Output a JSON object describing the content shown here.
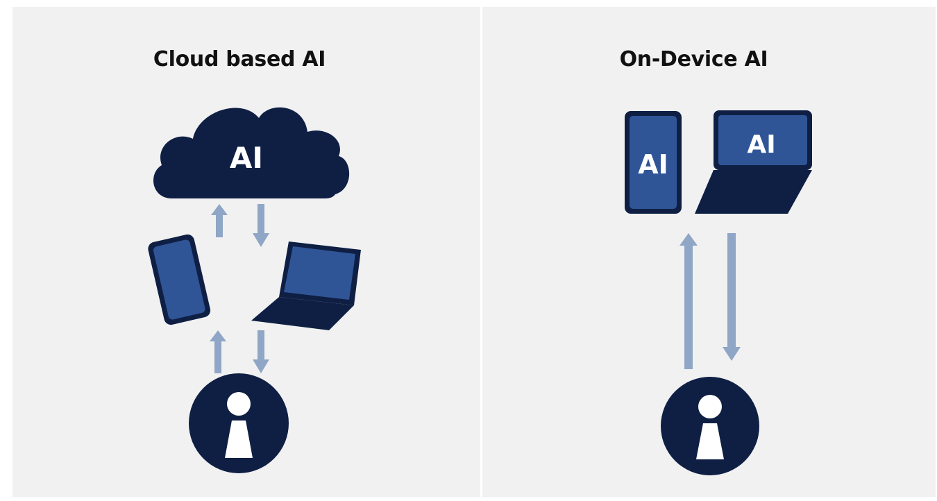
{
  "colors": {
    "panel_background": "#f1f1f1",
    "page_background": "#ffffff",
    "navy": "#0f1f44",
    "device_blue": "#2f5597",
    "arrow": "#8fa6c6",
    "text": "#111111"
  },
  "panels": {
    "cloud": {
      "title": "Cloud based AI",
      "cloud_label": "AI",
      "icons": [
        "cloud-icon",
        "smartphone-icon",
        "laptop-icon",
        "user-icon",
        "arrow-up-icon",
        "arrow-down-icon"
      ]
    },
    "on_device": {
      "title": "On-Device AI",
      "phone_label": "AI",
      "laptop_label": "AI",
      "icons": [
        "smartphone-icon",
        "laptop-icon",
        "user-icon",
        "arrow-up-icon",
        "arrow-down-icon"
      ]
    }
  }
}
